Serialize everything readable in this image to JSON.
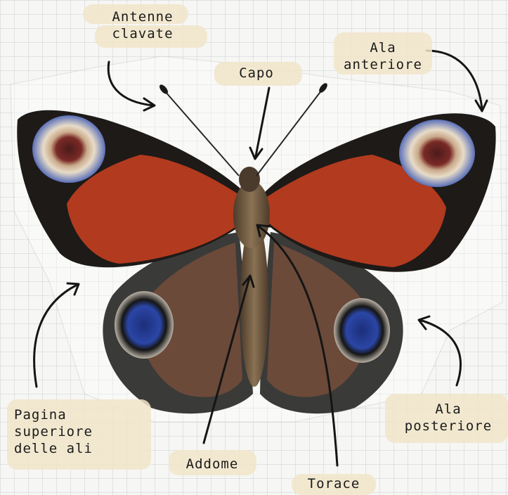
{
  "labels": {
    "antenne": "Antenne\nclavate",
    "capo": "Capo",
    "ala_anteriore": "Ala\nanteriore",
    "pagina_superiore": "Pagina\nsuperiore\ndelle ali",
    "addome": "Addome",
    "torace": "Torace",
    "ala_posteriore": "Ala\nposteriore"
  }
}
